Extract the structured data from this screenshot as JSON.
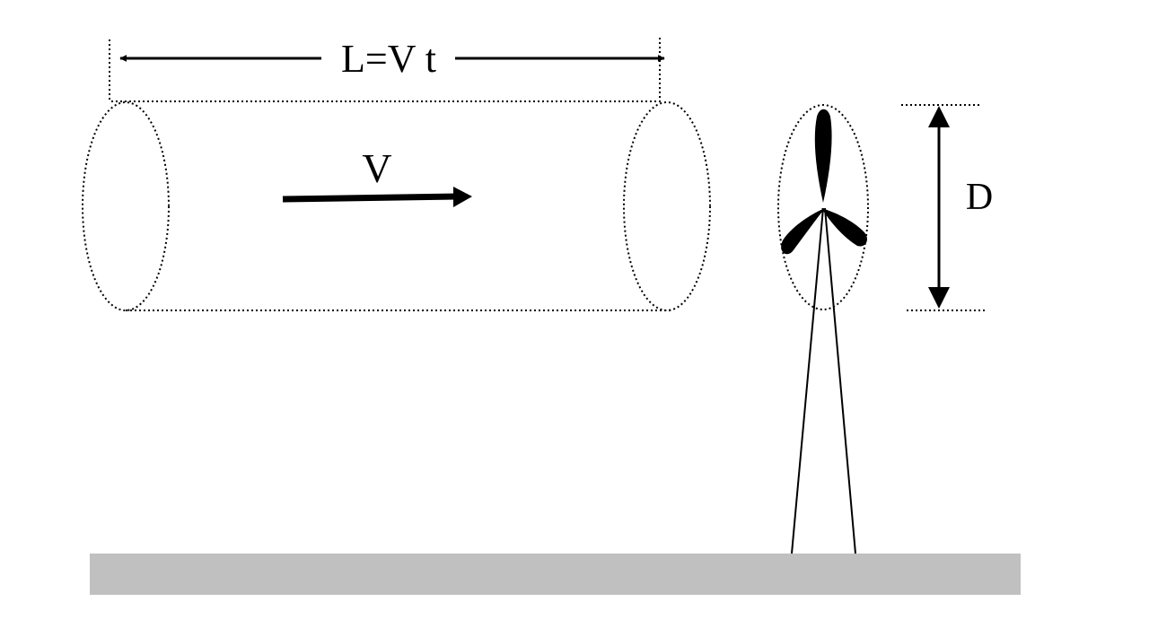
{
  "labels": {
    "length": "L=V t",
    "velocity": "V",
    "diameter": "D"
  },
  "colors": {
    "ink": "#000000",
    "ground": "#c0c0c0",
    "background": "#ffffff"
  }
}
